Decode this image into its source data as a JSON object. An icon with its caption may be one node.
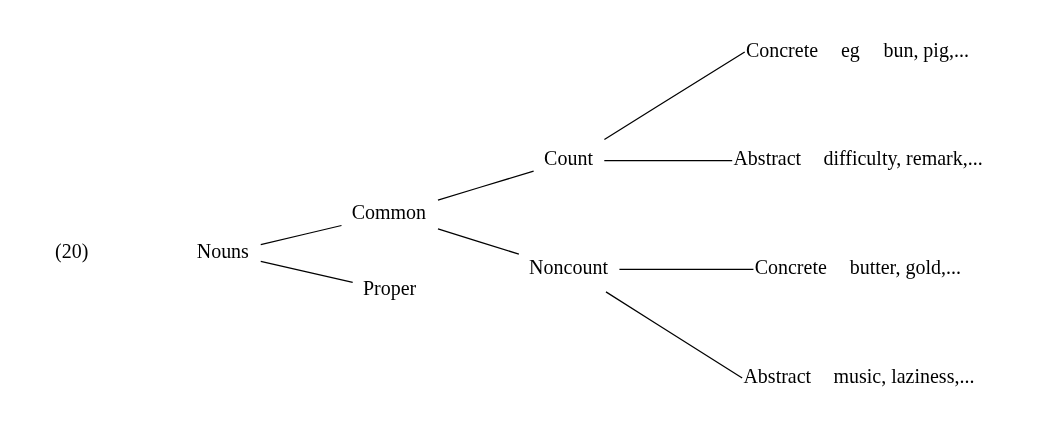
{
  "diagram": {
    "nodes": [
      {
        "text": [
          "Nouns"
        ]
      },
      {
        "text": [
          "Common"
        ]
      },
      {
        "text": [
          "Proper"
        ]
      },
      {
        "text": [
          "Count"
        ]
      },
      {
        "text": [
          "Noncount"
        ]
      },
      {
        "text": [
          "Concrete"
        ],
        "beside": [
          "eg",
          "bun, pig,..."
        ]
      },
      {
        "text": [
          "Abstract"
        ],
        "beside": [
          "difficulty, remark,..."
        ]
      },
      {
        "text": [
          "Concrete"
        ],
        "beside": [
          "butter, gold,..."
        ]
      },
      {
        "text": [
          "Abstract"
        ],
        "beside": [
          "music, laziness,..."
        ]
      }
    ],
    "edges": [
      {
        "from": 0,
        "to": 1,
        "arrow": "none"
      },
      {
        "from": 0,
        "to": 2,
        "arrow": "none"
      },
      {
        "from": 1,
        "to": 3,
        "arrow": "none"
      },
      {
        "from": 1,
        "to": 4,
        "arrow": "none"
      },
      {
        "from": 3,
        "to": 5,
        "arrow": "none"
      },
      {
        "from": 3,
        "to": 6,
        "arrow": "none"
      },
      {
        "from": 4,
        "to": 7,
        "arrow": "none"
      },
      {
        "from": 4,
        "to": 8,
        "arrow": "none"
      }
    ],
    "labels": [
      "(20)"
    ]
  }
}
